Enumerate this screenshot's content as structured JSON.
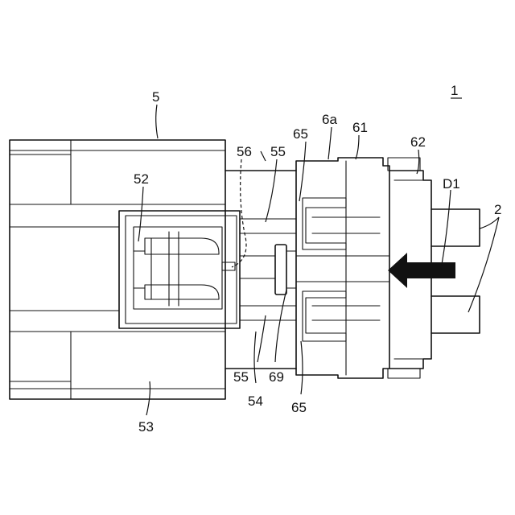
{
  "figure": {
    "labels": {
      "assembly": "1",
      "housing": "5",
      "terminal_slot": "52",
      "body_lower": "53",
      "cover": "54",
      "rail": "55",
      "hook": "56",
      "retainer": "6a",
      "retainer_main": "61",
      "retainer_cap": "62",
      "lance": "65",
      "pin": "69",
      "direction": "D1",
      "wire": "2"
    }
  }
}
